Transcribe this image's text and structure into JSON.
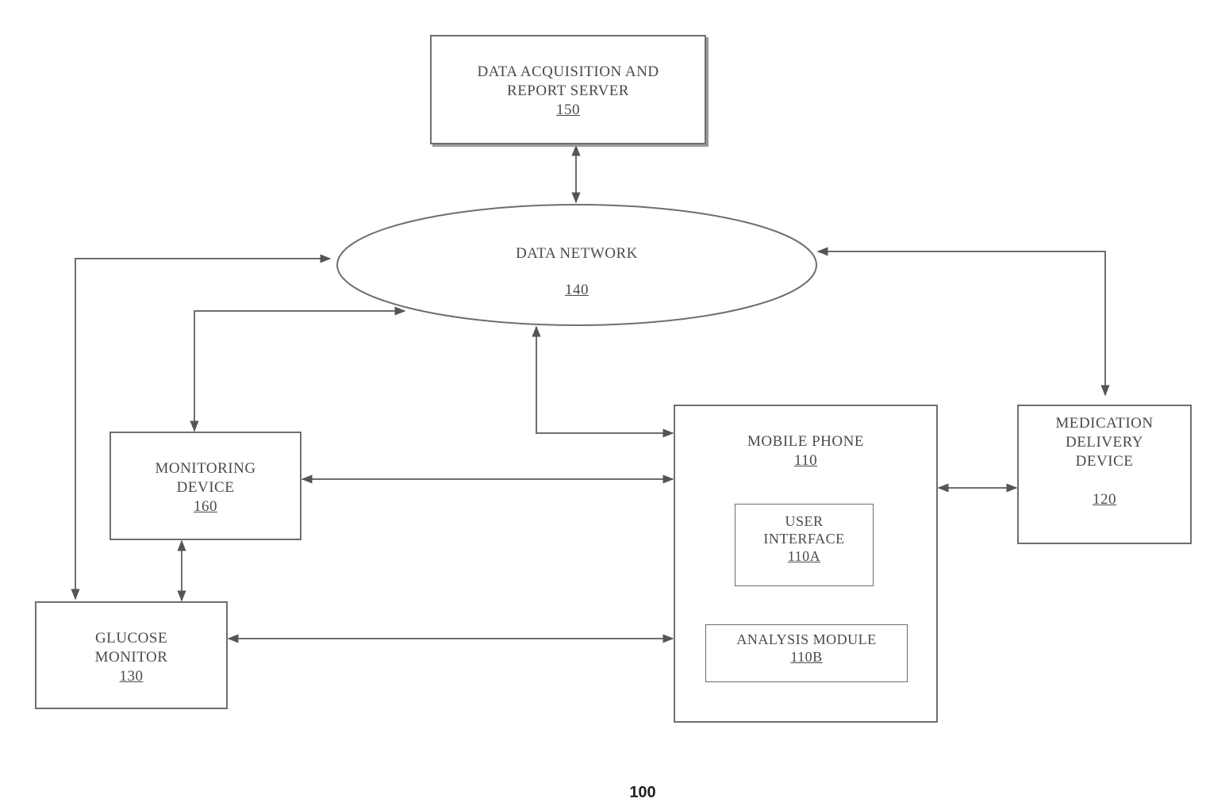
{
  "nodes": {
    "server": {
      "lines": [
        "DATA ACQUISITION AND",
        "REPORT SERVER"
      ],
      "ref": "150"
    },
    "network": {
      "label": "DATA NETWORK",
      "ref": "140"
    },
    "monitoring": {
      "lines": [
        "MONITORING",
        "DEVICE"
      ],
      "ref": "160"
    },
    "glucose": {
      "lines": [
        "GLUCOSE",
        "MONITOR"
      ],
      "ref": "130"
    },
    "phone": {
      "lines": [
        "MOBILE PHONE"
      ],
      "ref": "110"
    },
    "ui": {
      "lines": [
        "USER",
        "INTERFACE"
      ],
      "ref": "110A"
    },
    "analysis": {
      "lines": [
        "ANALYSIS MODULE"
      ],
      "ref": "110B"
    },
    "medication": {
      "lines": [
        "MEDICATION",
        "DELIVERY",
        "DEVICE"
      ],
      "ref": "120"
    }
  },
  "figure_number": "100",
  "colors": {
    "line": "#6e6e6e",
    "text": "#4a4a4a"
  }
}
